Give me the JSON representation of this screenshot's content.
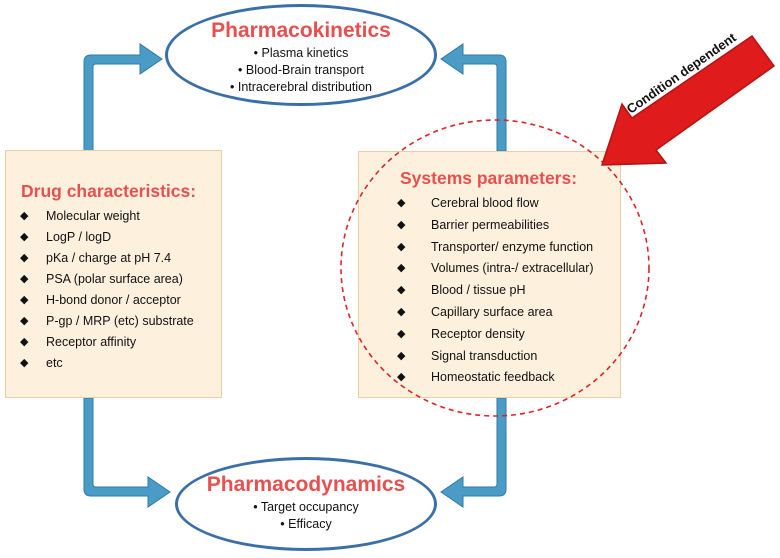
{
  "pharmacokinetics": {
    "title": "Pharmacokinetics",
    "items": [
      "Plasma kinetics",
      "Blood-Brain transport",
      "Intracerebral distribution"
    ]
  },
  "pharmacodynamics": {
    "title": "Pharmacodynamics",
    "items": [
      "Target occupancy",
      "Efficacy"
    ]
  },
  "drug_characteristics": {
    "title": "Drug characteristics:",
    "items": [
      "Molecular weight",
      "LogP / logD",
      "pKa / charge at pH 7.4",
      "PSA (polar surface area)",
      "H-bond donor / acceptor",
      "P-gp / MRP (etc) substrate",
      "Receptor affinity",
      "etc"
    ]
  },
  "systems_parameters": {
    "title": "Systems parameters:",
    "items": [
      "Cerebral blood flow",
      "Barrier permeabilities",
      "Transporter/ enzyme function",
      "Volumes (intra-/ extracellular)",
      "Blood / tissue pH",
      "Capillary surface area",
      "Receptor density",
      "Signal transduction",
      "Homeostatic feedback"
    ]
  },
  "condition_label": "Condition dependent",
  "colors": {
    "title_red": "#e8504f",
    "ellipse_border": "#3b6fa8",
    "flow_arrow": "#4a9cc7",
    "box_fill": "#fdf1de",
    "dashed_circle": "#d9262b",
    "condition_arrow": "#e01b1b"
  },
  "icons": {
    "bullet": "diamond-icon"
  }
}
